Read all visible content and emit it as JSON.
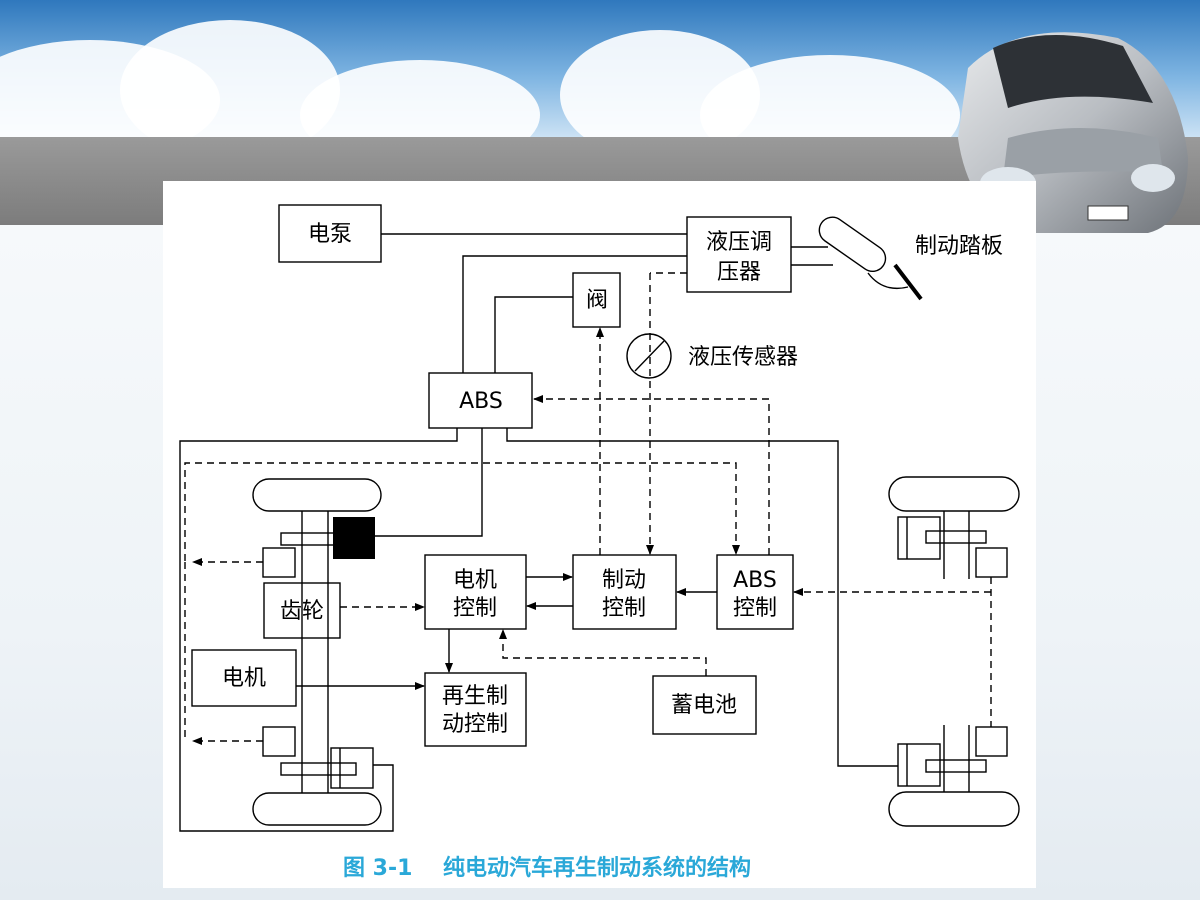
{
  "diagram": {
    "blocks": {
      "pump": "电泵",
      "regulator_line1": "液压调",
      "regulator_line2": "压器",
      "pedal": "制动踏板",
      "valve": "阀",
      "pressure_sensor": "液压传感器",
      "abs": "ABS",
      "gear": "齿轮",
      "motor_ctrl_line1": "电机",
      "motor_ctrl_line2": "控制",
      "brake_ctrl_line1": "制动",
      "brake_ctrl_line2": "控制",
      "abs_ctrl_line1": "ABS",
      "abs_ctrl_line2": "控制",
      "motor": "电机",
      "regen_line1": "再生制",
      "regen_line2": "动控制",
      "battery": "蓄电池"
    },
    "caption": "图 3-1    纯电动汽车再生制动系统的结构"
  },
  "colors": {
    "caption": "#2aa8d8",
    "band": "#808080",
    "sky": "#3f86c6"
  }
}
